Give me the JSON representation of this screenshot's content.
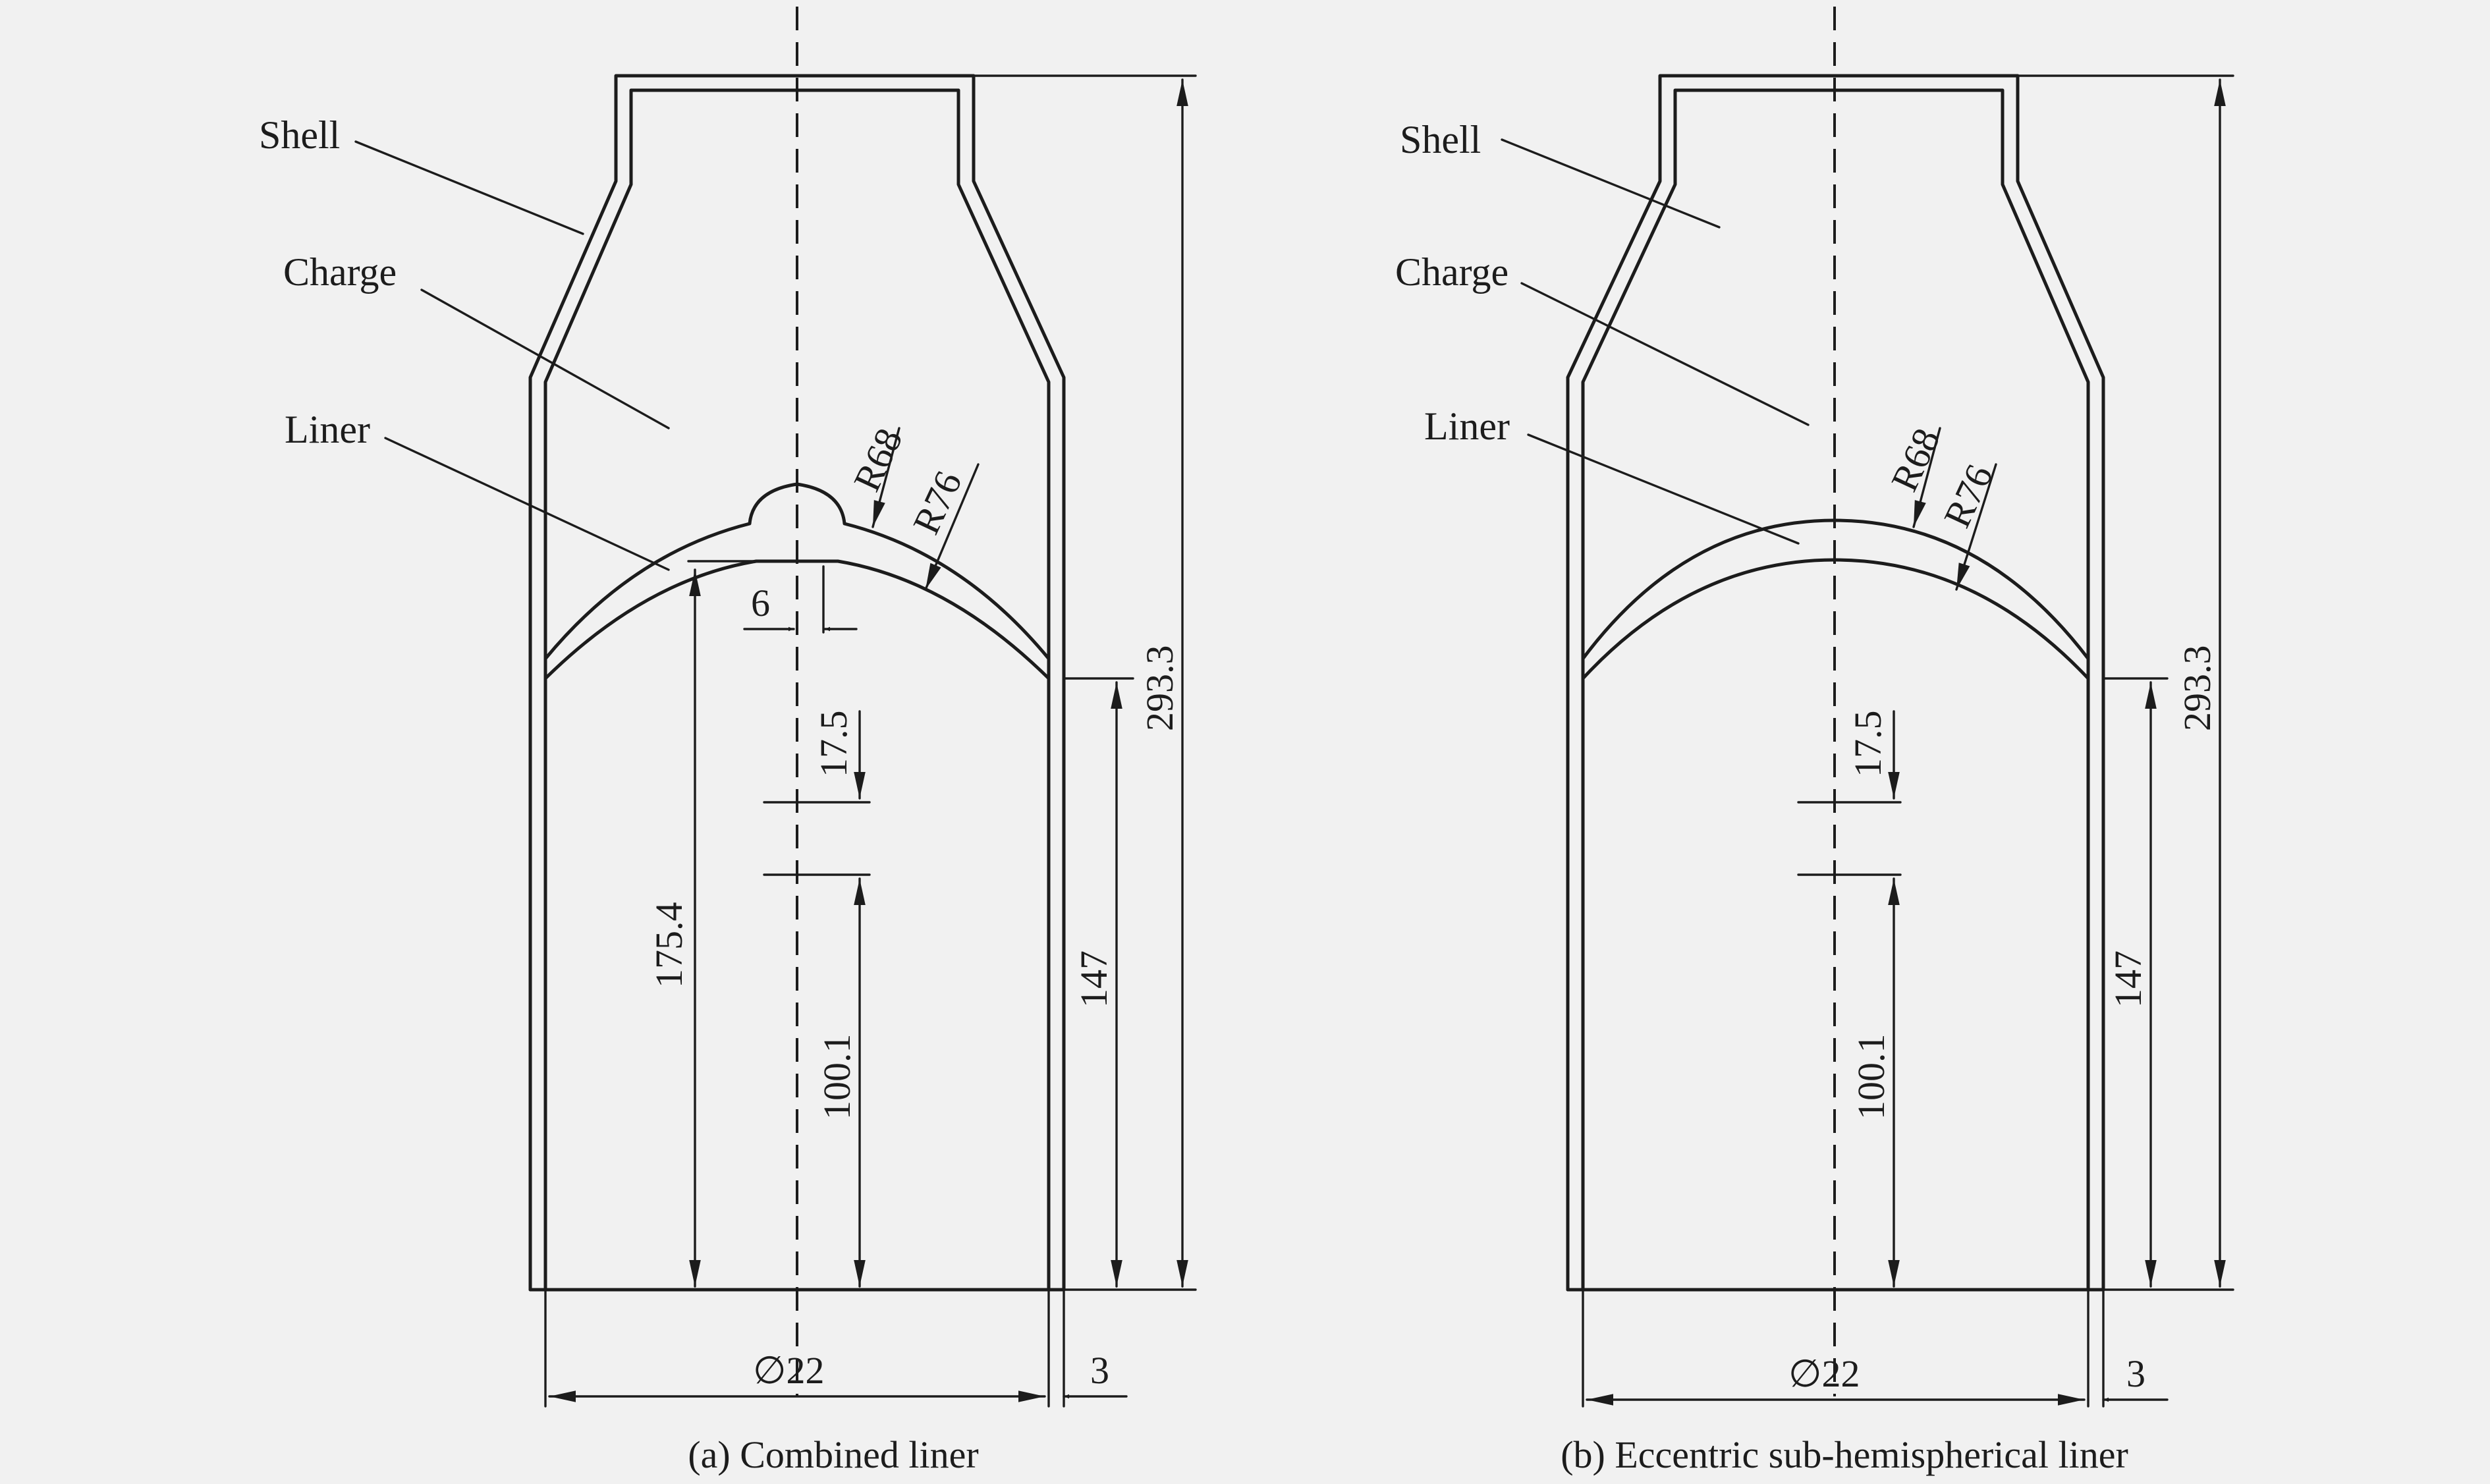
{
  "panels": [
    {
      "id": "a",
      "labels": {
        "shell": "Shell",
        "charge": "Charge",
        "liner": "Liner"
      },
      "dims": {
        "r_inner": "R68",
        "r_outer": "R76",
        "tip": "6",
        "standoff": "17.5",
        "liner_height": "175.4",
        "inner_length": "100.1",
        "lower_length": "147",
        "total_height": "293.3",
        "diameter": "∅22",
        "wall": "3"
      },
      "caption": "(a) Combined liner"
    },
    {
      "id": "b",
      "labels": {
        "shell": "Shell",
        "charge": "Charge",
        "liner": "Liner"
      },
      "dims": {
        "r_inner": "R68",
        "r_outer": "R76",
        "standoff": "17.5",
        "inner_length": "100.1",
        "lower_length": "147",
        "total_height": "293.3",
        "diameter": "∅22",
        "wall": "3"
      },
      "caption": "(b) Eccentric sub-hemispherical liner"
    }
  ]
}
